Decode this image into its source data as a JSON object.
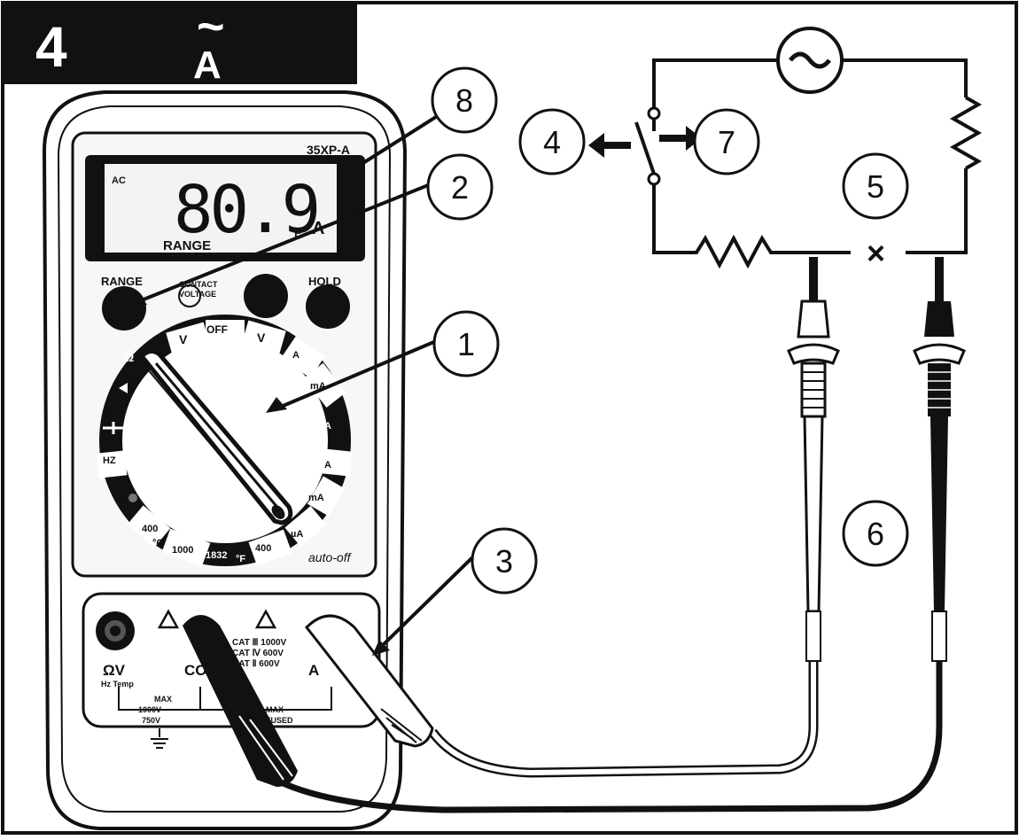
{
  "header": {
    "step_number": "4",
    "mode_symbol": "A",
    "mode_tilde": "~"
  },
  "meter": {
    "model": "35XP-A",
    "display": {
      "mode": "AC",
      "reading": "80.9",
      "unit_prefix": "µ",
      "unit": "A",
      "range": "RANGE"
    },
    "buttons": {
      "range": "RANGE",
      "contact_voltage_line1": "CONTACT",
      "contact_voltage_line2": "VOLTAGE",
      "hold": "HOLD"
    },
    "dial": {
      "positions": [
        "V",
        "OFF",
        "V",
        "A",
        "mA",
        "A",
        "A",
        "mA",
        "µA",
        "400",
        "°F",
        "1832",
        "1000",
        "°C",
        "400",
        "HZ",
        "Ω"
      ],
      "auto_off": "auto-off"
    },
    "jacks": {
      "left_label": "ΩV",
      "left_sub": "Hz Temp",
      "com_label": "COM",
      "a_label": "A",
      "cat1": "CAT Ⅲ 1000V",
      "cat2": "CAT Ⅳ 600V",
      "cat3": "CAT Ⅱ 600V",
      "max_label": "MAX",
      "max_1000v": "1000V",
      "max_750v": "750V",
      "max_right": "MAX",
      "fused": "FUSED"
    }
  },
  "callouts": [
    "1",
    "2",
    "3",
    "4",
    "5",
    "6",
    "7",
    "8"
  ],
  "circuit": {
    "break_mark": "×"
  },
  "colors": {
    "ink": "#111111",
    "paper": "#ffffff",
    "lcd": "#f3f3f3",
    "panel": "#f7f7f7"
  }
}
